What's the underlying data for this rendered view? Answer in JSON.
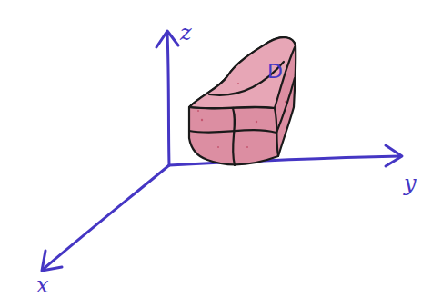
{
  "diagram": {
    "nodes": [
      {
        "text": [
          "D"
        ]
      }
    ],
    "labels": [
      "z",
      "y",
      "x"
    ]
  }
}
